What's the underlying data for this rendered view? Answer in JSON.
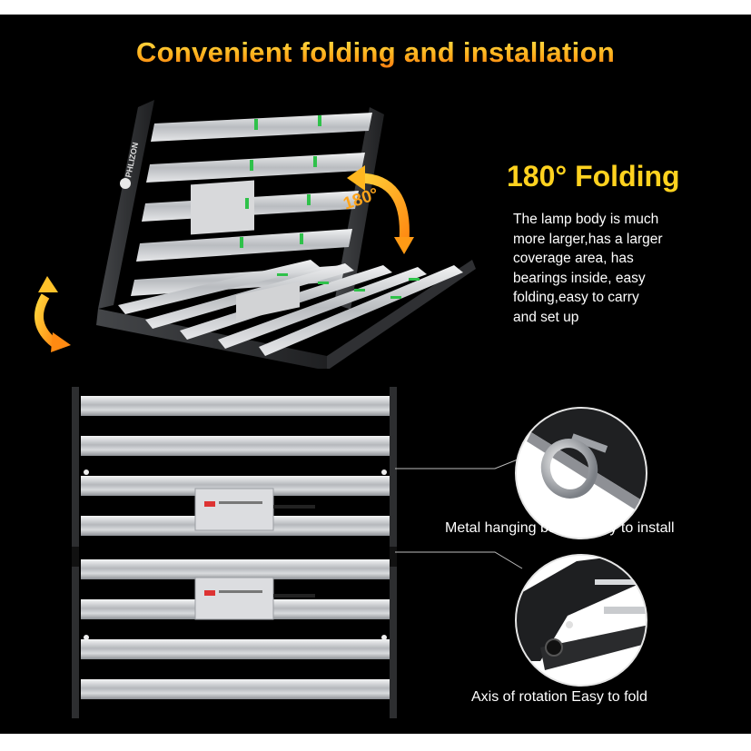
{
  "headline": "Convenient folding and installation",
  "folding": {
    "title": "180° Folding",
    "angle_label": "180°",
    "description_lines": [
      "The lamp body is much",
      "more larger,has a larger",
      "coverage area, has",
      "bearings inside, easy",
      "folding,easy to carry",
      "and set up"
    ]
  },
  "brand_text": "PHLIZON",
  "features": {
    "buckle_caption": "Metal hanging buckle easy to  install",
    "axis_caption": "Axis of rotation Easy to fold"
  },
  "colors": {
    "background": "#000000",
    "title_yellow": "#ffd21f",
    "arrow_orange": "#ffa41a",
    "led_green": "#2fc14a",
    "bar_silver": "#c9cbce",
    "frame_dark": "#2a2b2d"
  }
}
